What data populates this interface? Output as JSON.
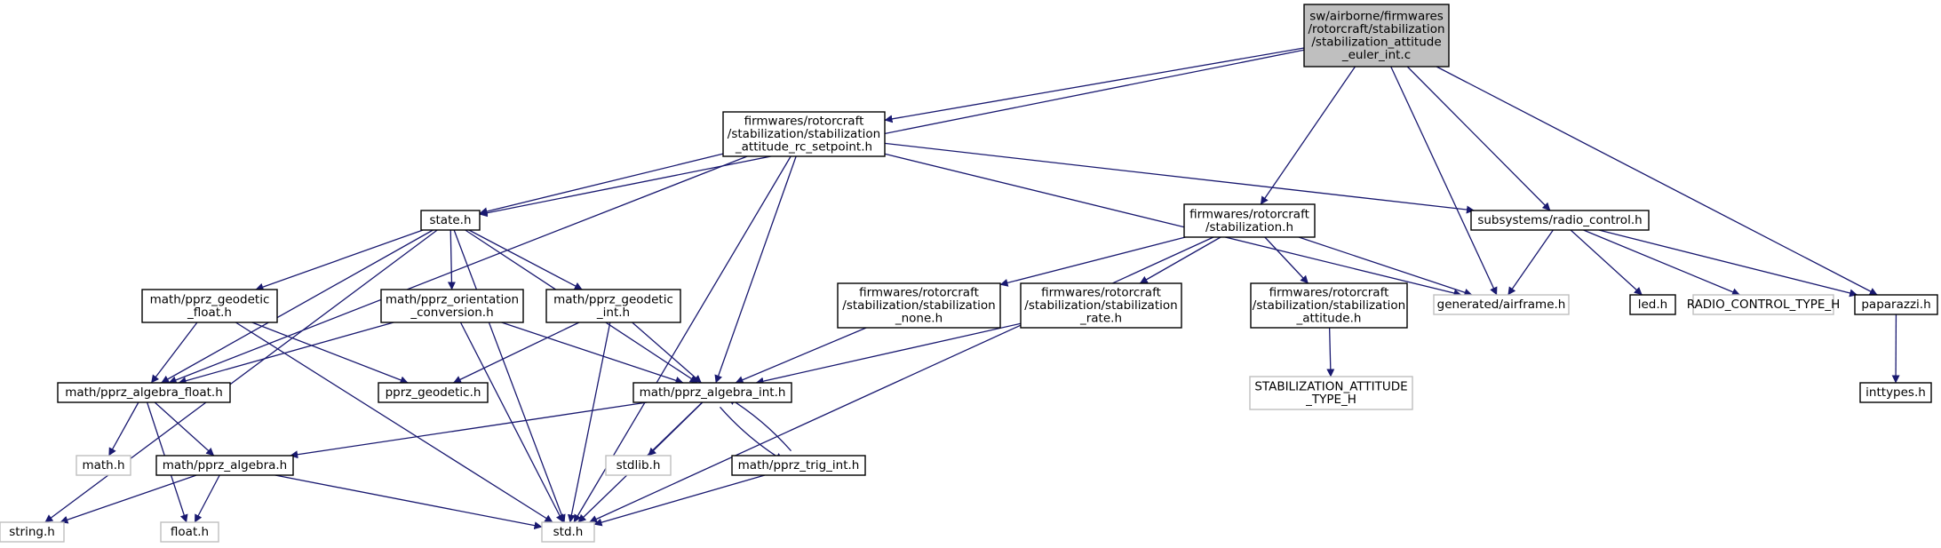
{
  "colors": {
    "edge": "#191970",
    "node_border": "#000000",
    "external_border": "#bfbfbf",
    "external_text": "#7f7f7f",
    "root_fill": "#bfbfbf",
    "node_fill": "#ffffff",
    "text": "#000000"
  },
  "nodes": [
    {
      "id": "root",
      "kind": "root",
      "lines": [
        "sw/airborne/firmwares",
        "/rotorcraft/stabilization",
        "/stabilization_attitude",
        "_euler_int.c"
      ]
    },
    {
      "id": "rc_setpoint",
      "kind": "file",
      "lines": [
        "firmwares/rotorcraft",
        "/stabilization/stabilization",
        "_attitude_rc_setpoint.h"
      ]
    },
    {
      "id": "stabilization_h",
      "kind": "file",
      "lines": [
        "firmwares/rotorcraft",
        "/stabilization.h"
      ]
    },
    {
      "id": "radio_control",
      "kind": "file",
      "lines": [
        "subsystems/radio_control.h"
      ]
    },
    {
      "id": "state",
      "kind": "file",
      "lines": [
        "state.h"
      ]
    },
    {
      "id": "geodetic_float",
      "kind": "file",
      "lines": [
        "math/pprz_geodetic",
        "_float.h"
      ]
    },
    {
      "id": "orientation_conv",
      "kind": "file",
      "lines": [
        "math/pprz_orientation",
        "_conversion.h"
      ]
    },
    {
      "id": "geodetic_int",
      "kind": "file",
      "lines": [
        "math/pprz_geodetic",
        "_int.h"
      ]
    },
    {
      "id": "stab_none",
      "kind": "file",
      "lines": [
        "firmwares/rotorcraft",
        "/stabilization/stabilization",
        "_none.h"
      ]
    },
    {
      "id": "stab_rate",
      "kind": "file",
      "lines": [
        "firmwares/rotorcraft",
        "/stabilization/stabilization",
        "_rate.h"
      ]
    },
    {
      "id": "stab_attitude",
      "kind": "file",
      "lines": [
        "firmwares/rotorcraft",
        "/stabilization/stabilization",
        "_attitude.h"
      ]
    },
    {
      "id": "airframe",
      "kind": "external",
      "lines": [
        "generated/airframe.h"
      ]
    },
    {
      "id": "led",
      "kind": "file",
      "lines": [
        "led.h"
      ]
    },
    {
      "id": "rc_type",
      "kind": "external",
      "lines": [
        "RADIO_CONTROL_TYPE_H"
      ]
    },
    {
      "id": "paparazzi",
      "kind": "file",
      "lines": [
        "paparazzi.h"
      ]
    },
    {
      "id": "algebra_float",
      "kind": "file",
      "lines": [
        "math/pprz_algebra_float.h"
      ]
    },
    {
      "id": "pprz_geodetic",
      "kind": "file",
      "lines": [
        "pprz_geodetic.h"
      ]
    },
    {
      "id": "algebra_int",
      "kind": "file",
      "lines": [
        "math/pprz_algebra_int.h"
      ]
    },
    {
      "id": "attitude_type",
      "kind": "external",
      "lines": [
        "STABILIZATION_ATTITUDE",
        "_TYPE_H"
      ]
    },
    {
      "id": "inttypes",
      "kind": "file",
      "lines": [
        "inttypes.h"
      ]
    },
    {
      "id": "math_h",
      "kind": "external",
      "lines": [
        "math.h"
      ]
    },
    {
      "id": "pprz_algebra",
      "kind": "file",
      "lines": [
        "math/pprz_algebra.h"
      ]
    },
    {
      "id": "stdlib",
      "kind": "external",
      "lines": [
        "stdlib.h"
      ]
    },
    {
      "id": "trig_int",
      "kind": "file",
      "lines": [
        "math/pprz_trig_int.h"
      ]
    },
    {
      "id": "string_h",
      "kind": "external",
      "lines": [
        "string.h"
      ]
    },
    {
      "id": "float_h",
      "kind": "external",
      "lines": [
        "float.h"
      ]
    },
    {
      "id": "std_h",
      "kind": "external",
      "lines": [
        "std.h"
      ]
    }
  ],
  "edges": [
    {
      "from": "root",
      "to": "rc_setpoint"
    },
    {
      "from": "root",
      "to": "state"
    },
    {
      "from": "root",
      "to": "stabilization_h"
    },
    {
      "from": "root",
      "to": "airframe"
    },
    {
      "from": "root",
      "to": "radio_control"
    },
    {
      "from": "root",
      "to": "paparazzi"
    },
    {
      "from": "rc_setpoint",
      "to": "state"
    },
    {
      "from": "rc_setpoint",
      "to": "algebra_float"
    },
    {
      "from": "rc_setpoint",
      "to": "algebra_int"
    },
    {
      "from": "rc_setpoint",
      "to": "std_h"
    },
    {
      "from": "rc_setpoint",
      "to": "airframe"
    },
    {
      "from": "rc_setpoint",
      "to": "radio_control"
    },
    {
      "from": "state",
      "to": "string_h"
    },
    {
      "from": "state",
      "to": "algebra_float"
    },
    {
      "from": "state",
      "to": "geodetic_float"
    },
    {
      "from": "state",
      "to": "orientation_conv"
    },
    {
      "from": "state",
      "to": "geodetic_int"
    },
    {
      "from": "state",
      "to": "algebra_int"
    },
    {
      "from": "state",
      "to": "std_h"
    },
    {
      "from": "stabilization_h",
      "to": "stab_none"
    },
    {
      "from": "stabilization_h",
      "to": "stab_rate"
    },
    {
      "from": "stabilization_h",
      "to": "stab_attitude"
    },
    {
      "from": "stabilization_h",
      "to": "airframe"
    },
    {
      "from": "stabilization_h",
      "to": "std_h"
    },
    {
      "from": "radio_control",
      "to": "airframe"
    },
    {
      "from": "radio_control",
      "to": "led"
    },
    {
      "from": "radio_control",
      "to": "rc_type"
    },
    {
      "from": "radio_control",
      "to": "paparazzi"
    },
    {
      "from": "paparazzi",
      "to": "inttypes"
    },
    {
      "from": "geodetic_float",
      "to": "algebra_float"
    },
    {
      "from": "geodetic_float",
      "to": "pprz_geodetic"
    },
    {
      "from": "geodetic_float",
      "to": "std_h"
    },
    {
      "from": "orientation_conv",
      "to": "algebra_float"
    },
    {
      "from": "orientation_conv",
      "to": "algebra_int"
    },
    {
      "from": "orientation_conv",
      "to": "std_h"
    },
    {
      "from": "geodetic_int",
      "to": "pprz_geodetic"
    },
    {
      "from": "geodetic_int",
      "to": "algebra_int"
    },
    {
      "from": "geodetic_int",
      "to": "std_h"
    },
    {
      "from": "stab_none",
      "to": "algebra_int"
    },
    {
      "from": "stab_rate",
      "to": "algebra_int"
    },
    {
      "from": "stab_attitude",
      "to": "attitude_type"
    },
    {
      "from": "algebra_float",
      "to": "math_h"
    },
    {
      "from": "algebra_float",
      "to": "pprz_algebra"
    },
    {
      "from": "algebra_float",
      "to": "float_h"
    },
    {
      "from": "algebra_int",
      "to": "pprz_algebra"
    },
    {
      "from": "algebra_int",
      "to": "stdlib"
    },
    {
      "from": "algebra_int",
      "to": "trig_int"
    },
    {
      "from": "algebra_int",
      "to": "std_h"
    },
    {
      "from": "trig_int",
      "to": "algebra_int"
    },
    {
      "from": "trig_int",
      "to": "std_h"
    },
    {
      "from": "pprz_algebra",
      "to": "string_h"
    },
    {
      "from": "pprz_algebra",
      "to": "float_h"
    },
    {
      "from": "pprz_algebra",
      "to": "std_h"
    }
  ]
}
